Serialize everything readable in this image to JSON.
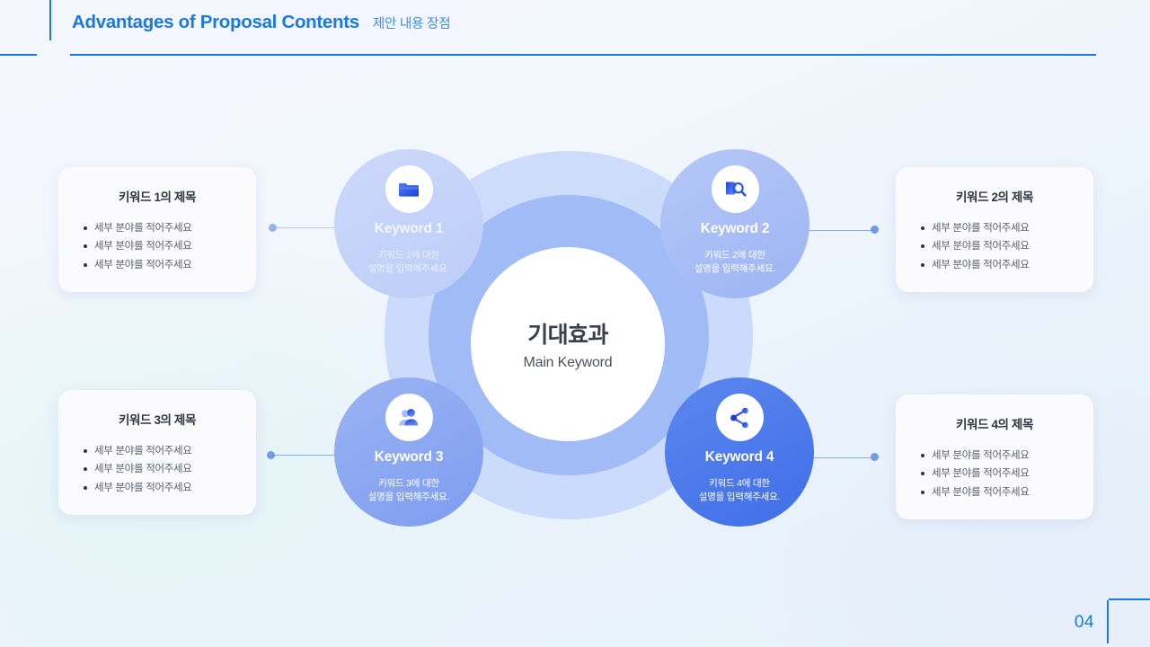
{
  "header": {
    "title_en": "Advantages of Proposal Contents",
    "title_ko": "제안 내용 장점",
    "accent_color": "#1a7ae0"
  },
  "center": {
    "title": "기대효과",
    "subtitle": "Main Keyword"
  },
  "bubbles": [
    {
      "label": "Keyword 1",
      "icon": "folder-icon",
      "desc_line1": "키워드 1에 대한",
      "desc_line2": "설명을 입력해주세요.",
      "color": "#c5d2f9"
    },
    {
      "label": "Keyword 2",
      "icon": "search-icon",
      "desc_line1": "키워드 2에 대한",
      "desc_line2": "설명을 입력해주세요.",
      "color": "#a6bcf5"
    },
    {
      "label": "Keyword 3",
      "icon": "users-icon",
      "desc_line1": "키워드 3에 대한",
      "desc_line2": "설명을 입력해주세요.",
      "color": "#89a6f1"
    },
    {
      "label": "Keyword 4",
      "icon": "share-icon",
      "desc_line1": "키워드 4에 대한",
      "desc_line2": "설명을 입력해주세요.",
      "color": "#4a79ec"
    }
  ],
  "cards": [
    {
      "title": "키워드 1의 제목",
      "items": [
        "세부 분야를 적어주세요",
        "세부 분야를 적어주세요",
        "세부 분야를 적어주세요"
      ]
    },
    {
      "title": "키워드 2의 제목",
      "items": [
        "세부 분야를 적어주세요",
        "세부 분야를 적어주세요",
        "세부 분야를 적어주세요"
      ]
    },
    {
      "title": "키워드 3의 제목",
      "items": [
        "세부 분야를 적어주세요",
        "세부 분야를 적어주세요",
        "세부 분야를 적어주세요"
      ]
    },
    {
      "title": "키워드 4의 제목",
      "items": [
        "세부 분야를 적어주세요",
        "세부 분야를 적어주세요",
        "세부 분야를 적어주세요"
      ]
    }
  ],
  "footer": {
    "page_number": "04"
  }
}
